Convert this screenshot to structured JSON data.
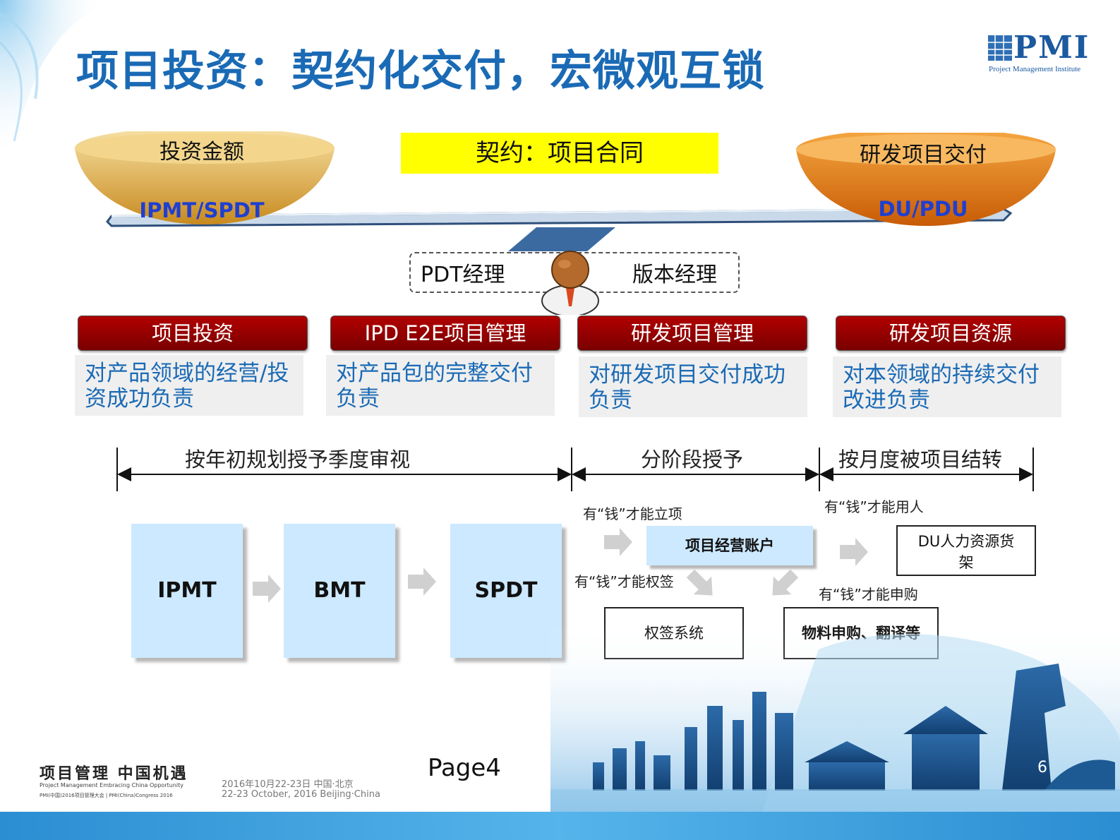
{
  "title": "项目投资：契约化交付，宏微观互锁",
  "logo": {
    "letters": "PMI",
    "subtitle": "Project Management Institute"
  },
  "balance": {
    "contract": "契约：项目合同",
    "left_bowl": {
      "label": "投资金额",
      "sub": "IPMT/SPDT"
    },
    "right_bowl": {
      "label": "研发项目交付",
      "sub": "DU/PDU"
    },
    "managers": {
      "left": "PDT经理",
      "right": "版本经理"
    }
  },
  "columns": [
    {
      "head": "项目投资",
      "desc": "对产品领域的经营/投资成功负责"
    },
    {
      "head": "IPD E2E项目管理",
      "desc": "对产品包的完整交付负责"
    },
    {
      "head": "研发项目管理",
      "desc": "对研发项目交付成功负责"
    },
    {
      "head": "研发项目资源",
      "desc": "对本领域的持续交付改进负责"
    }
  ],
  "timeline": {
    "phase1": "按年初规划授予季度审视",
    "phase2": "分阶段授予",
    "phase3": "按月度被项目结转"
  },
  "flow": {
    "ipmt": "IPMT",
    "bmt": "BMT",
    "spdt": "SPDT",
    "note_project": "有“钱”才能立项",
    "note_sign": "有“钱”才能权签",
    "note_hire": "有“钱”才能用人",
    "note_purchase": "有“钱”才能申购",
    "account": "项目经营账户",
    "sign_system": "权签系统",
    "hr_shelf": "DU人力资源货架",
    "purchase": "物料申购、翻译等"
  },
  "page_label": "Page4",
  "footer": {
    "slogan": "项目管理 中国机遇",
    "slogan_en": "Project Management Embracing China Opportunity",
    "slogan_en2": "PMI(中国)2016项目管理大会 | PMI(China)Congress 2016",
    "date_cn": "2016年10月22-23日 中国·北京",
    "date_en": "22-23 October, 2016 Beijing·China",
    "slide_number": "6"
  },
  "colors": {
    "title_blue": "#1a6ab5",
    "contract_yellow": "#ffff00",
    "header_red": "#8b0000",
    "box_blue": "#cce9ff",
    "bowl_sub_blue": "#1f3fd0"
  }
}
